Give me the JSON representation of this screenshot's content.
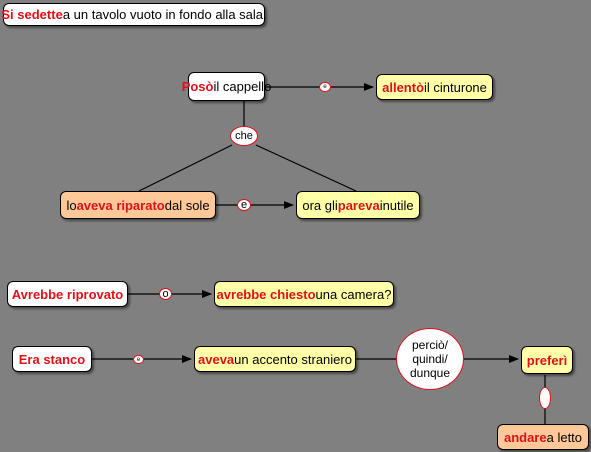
{
  "colors": {
    "background": "#808080",
    "node_white": "#ffffff",
    "node_yellow": "#ffffa8",
    "node_orange": "#ffc898",
    "keyword_red": "#e0101a",
    "connector_border": "#e0101a"
  },
  "nodes": {
    "n1": {
      "kw": "Si sedette",
      "rest": " a un tavolo vuoto in fondo alla sala."
    },
    "n2": {
      "kw": "Posò",
      "rest": " il cappello"
    },
    "n3": {
      "kw": "allentò",
      "rest": " il cinturone"
    },
    "n4": {
      "pre": "lo ",
      "kw": "aveva riparato",
      "rest": " dal sole"
    },
    "n5": {
      "pre": "ora gli ",
      "kw": "pareva",
      "rest": " inutile"
    },
    "n6": {
      "label": "Avrebbe riprovato"
    },
    "n7": {
      "kw": "avrebbe chiesto",
      "rest": " una camera?"
    },
    "n8": {
      "label": "Era stanco"
    },
    "n9": {
      "kw": "aveva",
      "rest": " un accento straniero"
    },
    "n10": {
      "kw": "preferì"
    },
    "n11": {
      "kw": "andare",
      "rest": " a letto"
    }
  },
  "connectors": {
    "c_e1": {
      "text": "e"
    },
    "c_che": {
      "text": "che"
    },
    "c_e2": {
      "text": "e"
    },
    "c_o": {
      "text": "o"
    },
    "c_e3": {
      "text": "e"
    },
    "c_percio": {
      "line1": "perciò/",
      "line2": "quindi/",
      "line3": "dunque"
    },
    "c_vert": {
      "text": ""
    }
  }
}
